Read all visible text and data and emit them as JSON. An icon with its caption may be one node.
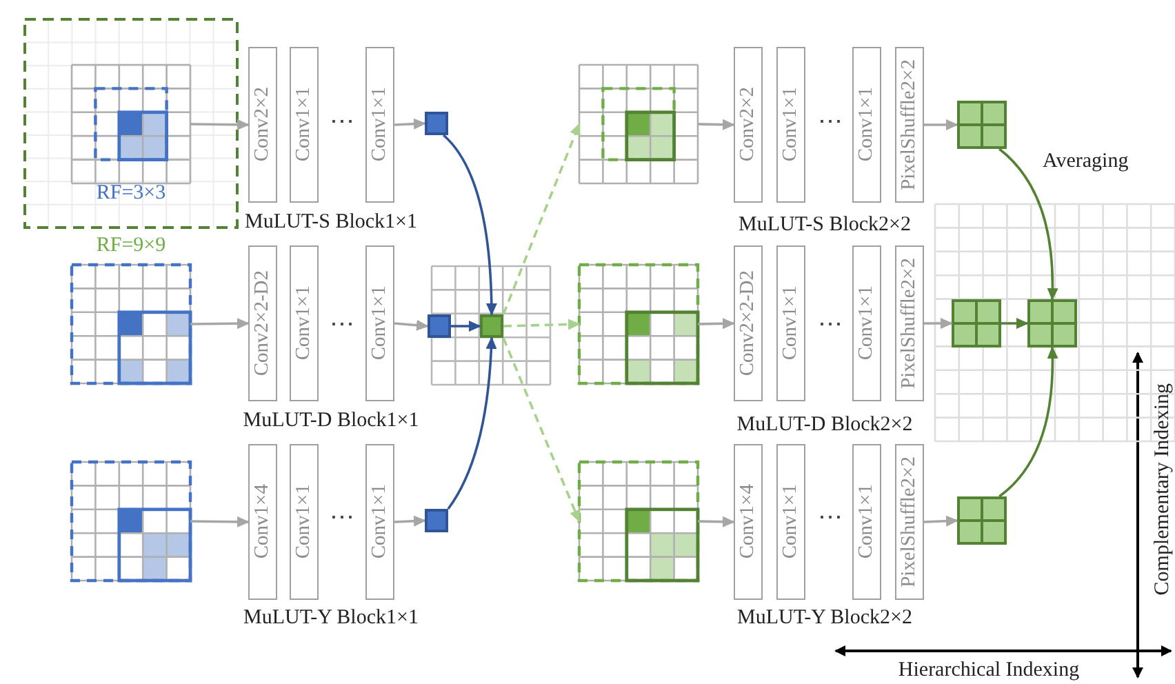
{
  "diagram": {
    "nodes": [
      {
        "text": [],
        "shape": "grid",
        "beside": [
          "RF=3×3"
        ]
      },
      {
        "text": [
          "Conv2×2"
        ]
      },
      {
        "text": [
          "Conv1×1"
        ]
      },
      {
        "text": [
          "Conv1×1"
        ]
      },
      {
        "text": [],
        "shape": "box"
      },
      {
        "text": [],
        "shape": "grid"
      },
      {
        "text": [
          "Conv2×2-D2"
        ]
      },
      {
        "text": [
          "Conv1×1"
        ]
      },
      {
        "text": [
          "Conv1×1"
        ]
      },
      {
        "text": [],
        "shape": "box"
      },
      {
        "text": [],
        "shape": "grid"
      },
      {
        "text": [
          "Conv1×4"
        ]
      },
      {
        "text": [
          "Conv1×1"
        ]
      },
      {
        "text": [
          "Conv1×1"
        ]
      },
      {
        "text": [],
        "shape": "box"
      },
      {
        "text": [],
        "shape": "grid"
      },
      {
        "text": [],
        "shape": "box",
        "in": 15
      },
      {
        "text": [],
        "shape": "grid"
      },
      {
        "text": [],
        "shape": "box",
        "in": 17
      },
      {
        "text": [],
        "shape": "grid"
      },
      {
        "text": [
          "Conv2×2"
        ]
      },
      {
        "text": [
          "Conv1×1"
        ]
      },
      {
        "text": [
          "Conv1×1"
        ]
      },
      {
        "text": [
          "PixelShuffle2×2"
        ]
      },
      {
        "text": [],
        "shape": "box"
      },
      {
        "text": [],
        "shape": "grid"
      },
      {
        "text": [
          "Conv2×2-D2"
        ]
      },
      {
        "text": [
          "Conv1×1"
        ]
      },
      {
        "text": [
          "Conv1×1"
        ]
      },
      {
        "text": [
          "PixelShuffle2×2"
        ]
      },
      {
        "text": [],
        "shape": "box",
        "in": 17
      },
      {
        "text": [],
        "shape": "grid"
      },
      {
        "text": [
          "Conv1×4"
        ]
      },
      {
        "text": [
          "Conv1×1"
        ]
      },
      {
        "text": [
          "Conv1×1"
        ]
      },
      {
        "text": [
          "PixelShuffle2×2"
        ]
      },
      {
        "text": [],
        "shape": "box"
      }
    ],
    "edges": [
      {
        "from": 0,
        "to": 1,
        "arrow": "to"
      },
      {
        "from": 3,
        "to": 4,
        "arrow": "to"
      },
      {
        "from": 5,
        "to": 6,
        "arrow": "to"
      },
      {
        "from": 8,
        "to": 9,
        "arrow": "to"
      },
      {
        "from": 10,
        "to": 11,
        "arrow": "to"
      },
      {
        "from": 13,
        "to": 14,
        "arrow": "to"
      },
      {
        "from": 4,
        "to": 16,
        "arrow": "to",
        "color": "#2f5597"
      },
      {
        "from": 9,
        "to": 16,
        "arrow": "to",
        "color": "#2f5597"
      },
      {
        "from": 14,
        "to": 16,
        "arrow": "to",
        "color": "#2f5597"
      },
      {
        "from": 16,
        "to": 19,
        "arrow": "to",
        "style": "dashed",
        "color": "#a9d18e"
      },
      {
        "from": 16,
        "to": 25,
        "arrow": "to",
        "style": "dashed",
        "color": "#a9d18e"
      },
      {
        "from": 16,
        "to": 31,
        "arrow": "to",
        "style": "dashed",
        "color": "#a9d18e"
      },
      {
        "from": 19,
        "to": 20,
        "arrow": "to"
      },
      {
        "from": 23,
        "to": 24,
        "arrow": "to"
      },
      {
        "from": 25,
        "to": 26,
        "arrow": "to"
      },
      {
        "from": 29,
        "to": 18,
        "arrow": "to"
      },
      {
        "from": 31,
        "to": 32,
        "arrow": "to"
      },
      {
        "from": 35,
        "to": 36,
        "arrow": "to"
      },
      {
        "from": 24,
        "to": 30,
        "arrow": "to",
        "label": "Averaging",
        "color": "#548235"
      },
      {
        "from": 18,
        "to": 30,
        "arrow": "to",
        "color": "#548235"
      },
      {
        "from": 36,
        "to": 30,
        "arrow": "to",
        "color": "#548235"
      }
    ],
    "labels": [
      "MuLUT-S Block1×1",
      "RF=9×9",
      "MuLUT-S Block2×2",
      "MuLUT-D Block1×1",
      "MuLUT-D Block2×2",
      "Complementary Indexing",
      "MuLUT-Y Block1×1",
      "MuLUT-Y Block2×2",
      "Hierarchical Indexing",
      "⋯",
      "⋯",
      "⋯",
      "⋯",
      "⋯",
      "⋯"
    ]
  }
}
